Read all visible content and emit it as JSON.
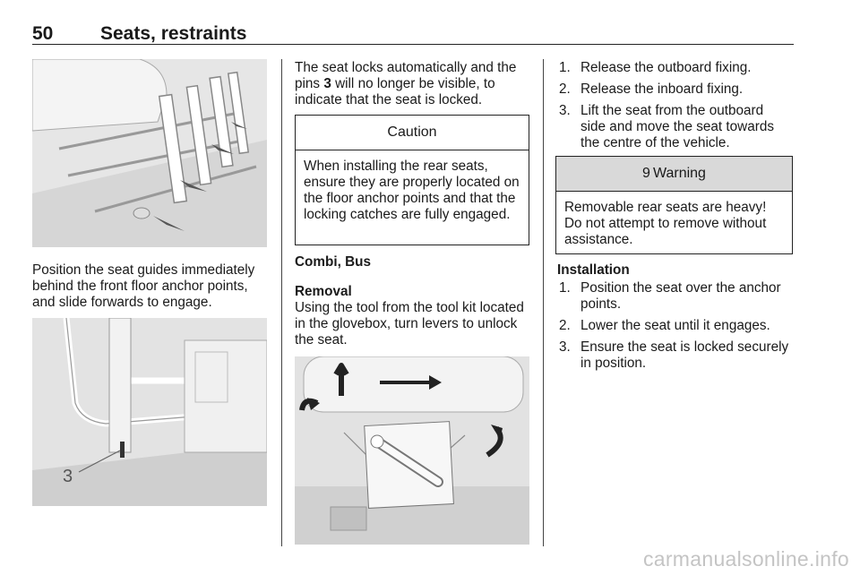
{
  "header": {
    "page_number": "50",
    "section_title": "Seats, restraints"
  },
  "col1": {
    "para1": "Position the seat guides immediately behind the front floor anchor points, and slide forwards to engage.",
    "callout_label": "3"
  },
  "col2": {
    "para1_pre": "The seat locks automatically and the pins ",
    "para1_bold": "3",
    "para1_post": " will no longer be visible, to indicate that the seat is locked.",
    "caution": {
      "title": "Caution",
      "body": "When installing the rear seats, ensure they are properly located on the floor anchor points and that the locking catches are fully engaged."
    },
    "heading_models": "Combi, Bus",
    "heading_removal": "Removal",
    "removal_text": "Using the tool from the tool kit located in the glovebox, turn levers to unlock the seat."
  },
  "col3": {
    "steps_removal": [
      {
        "num": "1.",
        "text": "Release the outboard fixing."
      },
      {
        "num": "2.",
        "text": "Release the inboard fixing."
      },
      {
        "num": "3.",
        "text": "Lift the seat from the outboard side and move the seat towards the centre of the vehicle."
      }
    ],
    "warning": {
      "icon": "9",
      "title": "Warning",
      "body": "Removable rear seats are heavy! Do not attempt to remove without assistance."
    },
    "heading_installation": "Installation",
    "steps_installation": [
      {
        "num": "1.",
        "text": "Position the seat over the anchor points."
      },
      {
        "num": "2.",
        "text": "Lower the seat until it engages."
      },
      {
        "num": "3.",
        "text": "Ensure the seat is locked securely in position."
      }
    ]
  },
  "footer": {
    "watermark": "carmanualsonline.info"
  }
}
